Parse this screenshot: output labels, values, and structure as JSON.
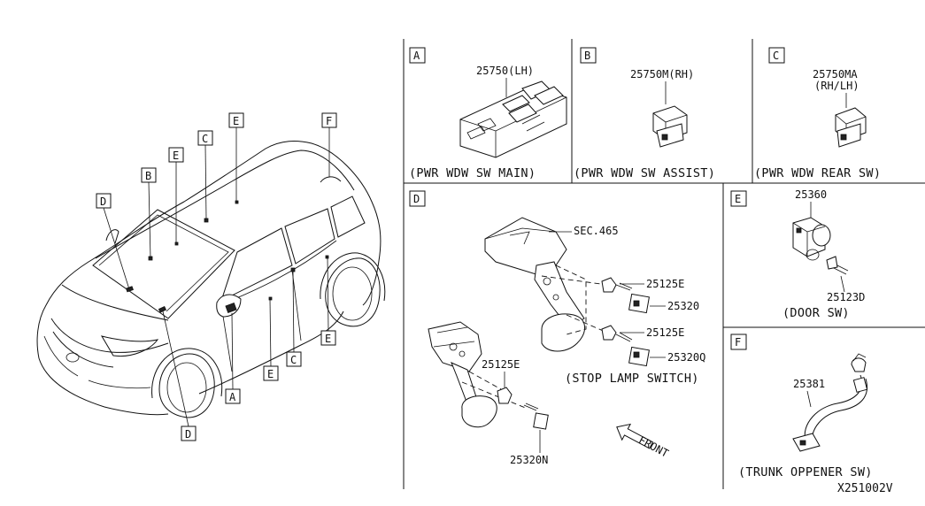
{
  "diagram": {
    "code": "X251002V",
    "panels": {
      "A": {
        "letter": "A",
        "part": "25750(LH)",
        "caption": "(PWR WDW SW MAIN)"
      },
      "B": {
        "letter": "B",
        "part": "25750M(RH)",
        "caption": "(PWR WDW SW ASSIST)"
      },
      "C": {
        "letter": "C",
        "part_line1": "25750MA",
        "part_line2": "(RH/LH)",
        "caption": "(PWR WDW REAR SW)"
      },
      "D": {
        "letter": "D",
        "sec": "SEC.465",
        "p1": "25125E",
        "p2": "25320",
        "p3": "25125E",
        "p4": "25320Q",
        "p5": "25125E",
        "p6": "25320N",
        "caption": "(STOP LAMP SWITCH)",
        "front": "FRONT"
      },
      "E": {
        "letter": "E",
        "p1": "25360",
        "p2": "25123D",
        "caption": "(DOOR SW)"
      },
      "F": {
        "letter": "F",
        "p1": "25381",
        "caption": "(TRUNK OPPENER SW)"
      }
    },
    "car_callouts": [
      "D",
      "B",
      "E",
      "C",
      "E",
      "F",
      "A",
      "E",
      "C",
      "E",
      "D"
    ]
  }
}
